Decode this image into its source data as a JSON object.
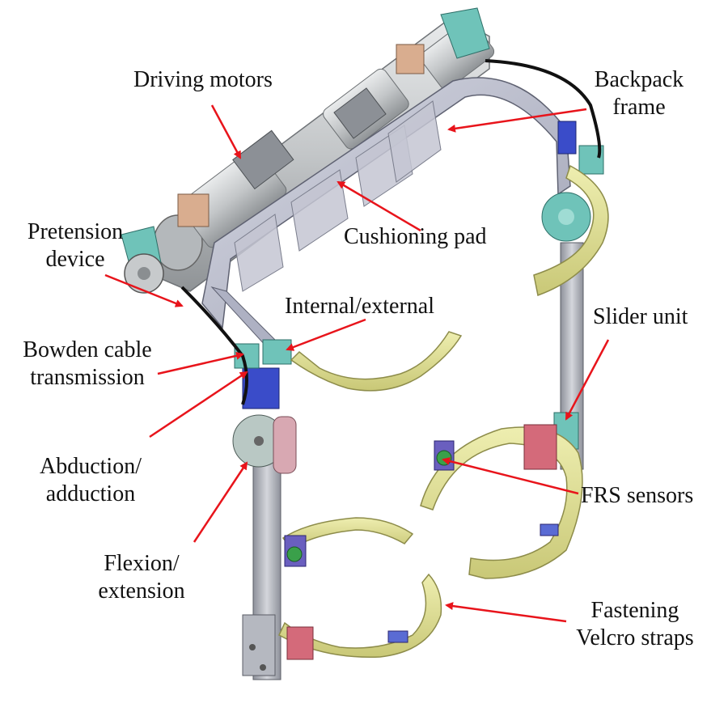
{
  "labels": {
    "driving_motors": "Driving motors",
    "backpack_frame_1": "Backpack",
    "backpack_frame_2": "frame",
    "cushioning_pad": "Cushioning pad",
    "pretension_1": "Pretension",
    "pretension_2": "device",
    "internal_external": "Internal/external",
    "bowden_1": "Bowden cable",
    "bowden_2": "transmission",
    "slider_unit": "Slider unit",
    "abduction_1": "Abduction/",
    "abduction_2": "adduction",
    "frs_sensors": "FRS sensors",
    "flexion_1": "Flexion/",
    "flexion_2": "extension",
    "fastening_1": "Fastening",
    "fastening_2": "Velcro straps"
  },
  "colors": {
    "arrow": "#e8141b",
    "frame": "#b9bccd",
    "strap": "#dede8c",
    "strap_edge": "#8d8c4a",
    "motor": "#c9cccc",
    "teal": "#6fc3b9",
    "blue": "#3a4cc9",
    "pink": "#d46a7a",
    "sensor": "#3aa04a",
    "bracket": "#d9ad8f",
    "rail": "#a7aab3"
  }
}
